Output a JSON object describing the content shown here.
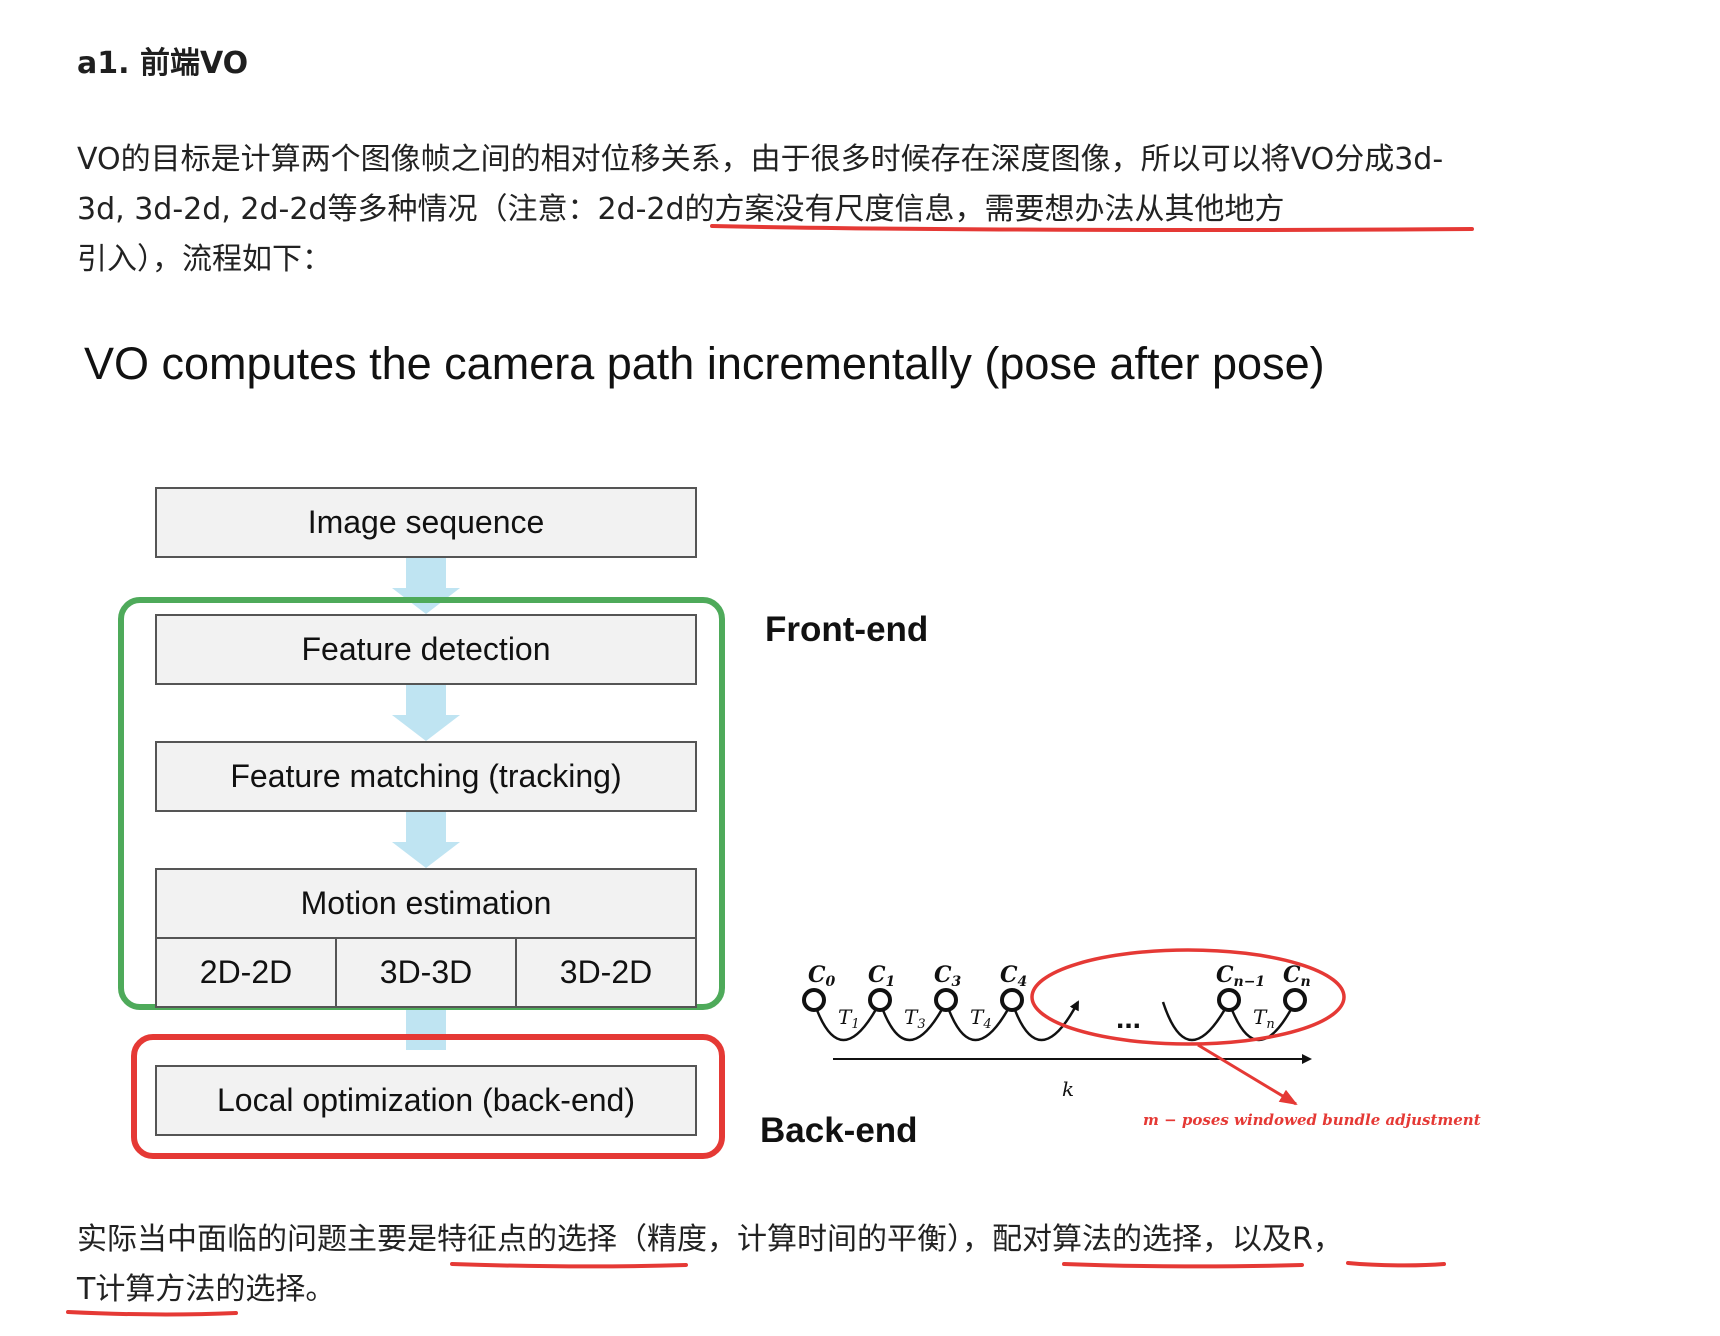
{
  "heading": "a1. 前端VO",
  "intro": {
    "part1": "VO的目标是计算两个图像帧之间的相对位移关系，由于很多时候存在深度图像，所以可以将VO分成3d-3d, 3d-2d, 2d-2d等多种情况（注意：",
    "highlight": "2d-2d的方案没有尺度信息，需要想办法从其他地方",
    "part2": "引入），流程如下："
  },
  "figure": {
    "title": "VO computes the camera path incrementally (pose after pose)",
    "steps": [
      "Image sequence",
      "Feature detection",
      "Feature matching (tracking)",
      "Motion estimation",
      "Local optimization (back-end)"
    ],
    "motion_cases": [
      "2D-2D",
      "3D-3D",
      "3D-2D"
    ],
    "front_end_label": "Front-end",
    "back_end_label": "Back-end",
    "pose_diagram": {
      "cameras": [
        "C",
        "C",
        "C",
        "C",
        "C",
        "C"
      ],
      "camera_subscripts": [
        "0",
        "1",
        "3",
        "4",
        "n−1",
        "n"
      ],
      "transforms": [
        "T",
        "T",
        "T",
        "T"
      ],
      "transform_subscripts": [
        "1",
        "3",
        "4",
        "n"
      ],
      "ellipsis": "...",
      "axis_label": "k",
      "annotation": "m − poses windowed bundle adjustment"
    },
    "colors": {
      "frontend": "#4eaa5a",
      "backend": "#e53935",
      "arrow": "#bfe4f2",
      "underline": "#e53935"
    }
  },
  "summary": {
    "text1": "实际当中面临的问题主要是",
    "mark1": "特征点的选择",
    "text2": "（精度，计算时间的平衡），",
    "mark2": "配对算法的选择",
    "text3": "，",
    "mark3": "以及R，",
    "mark4": "T计算方法",
    "text4": "的选择。"
  }
}
